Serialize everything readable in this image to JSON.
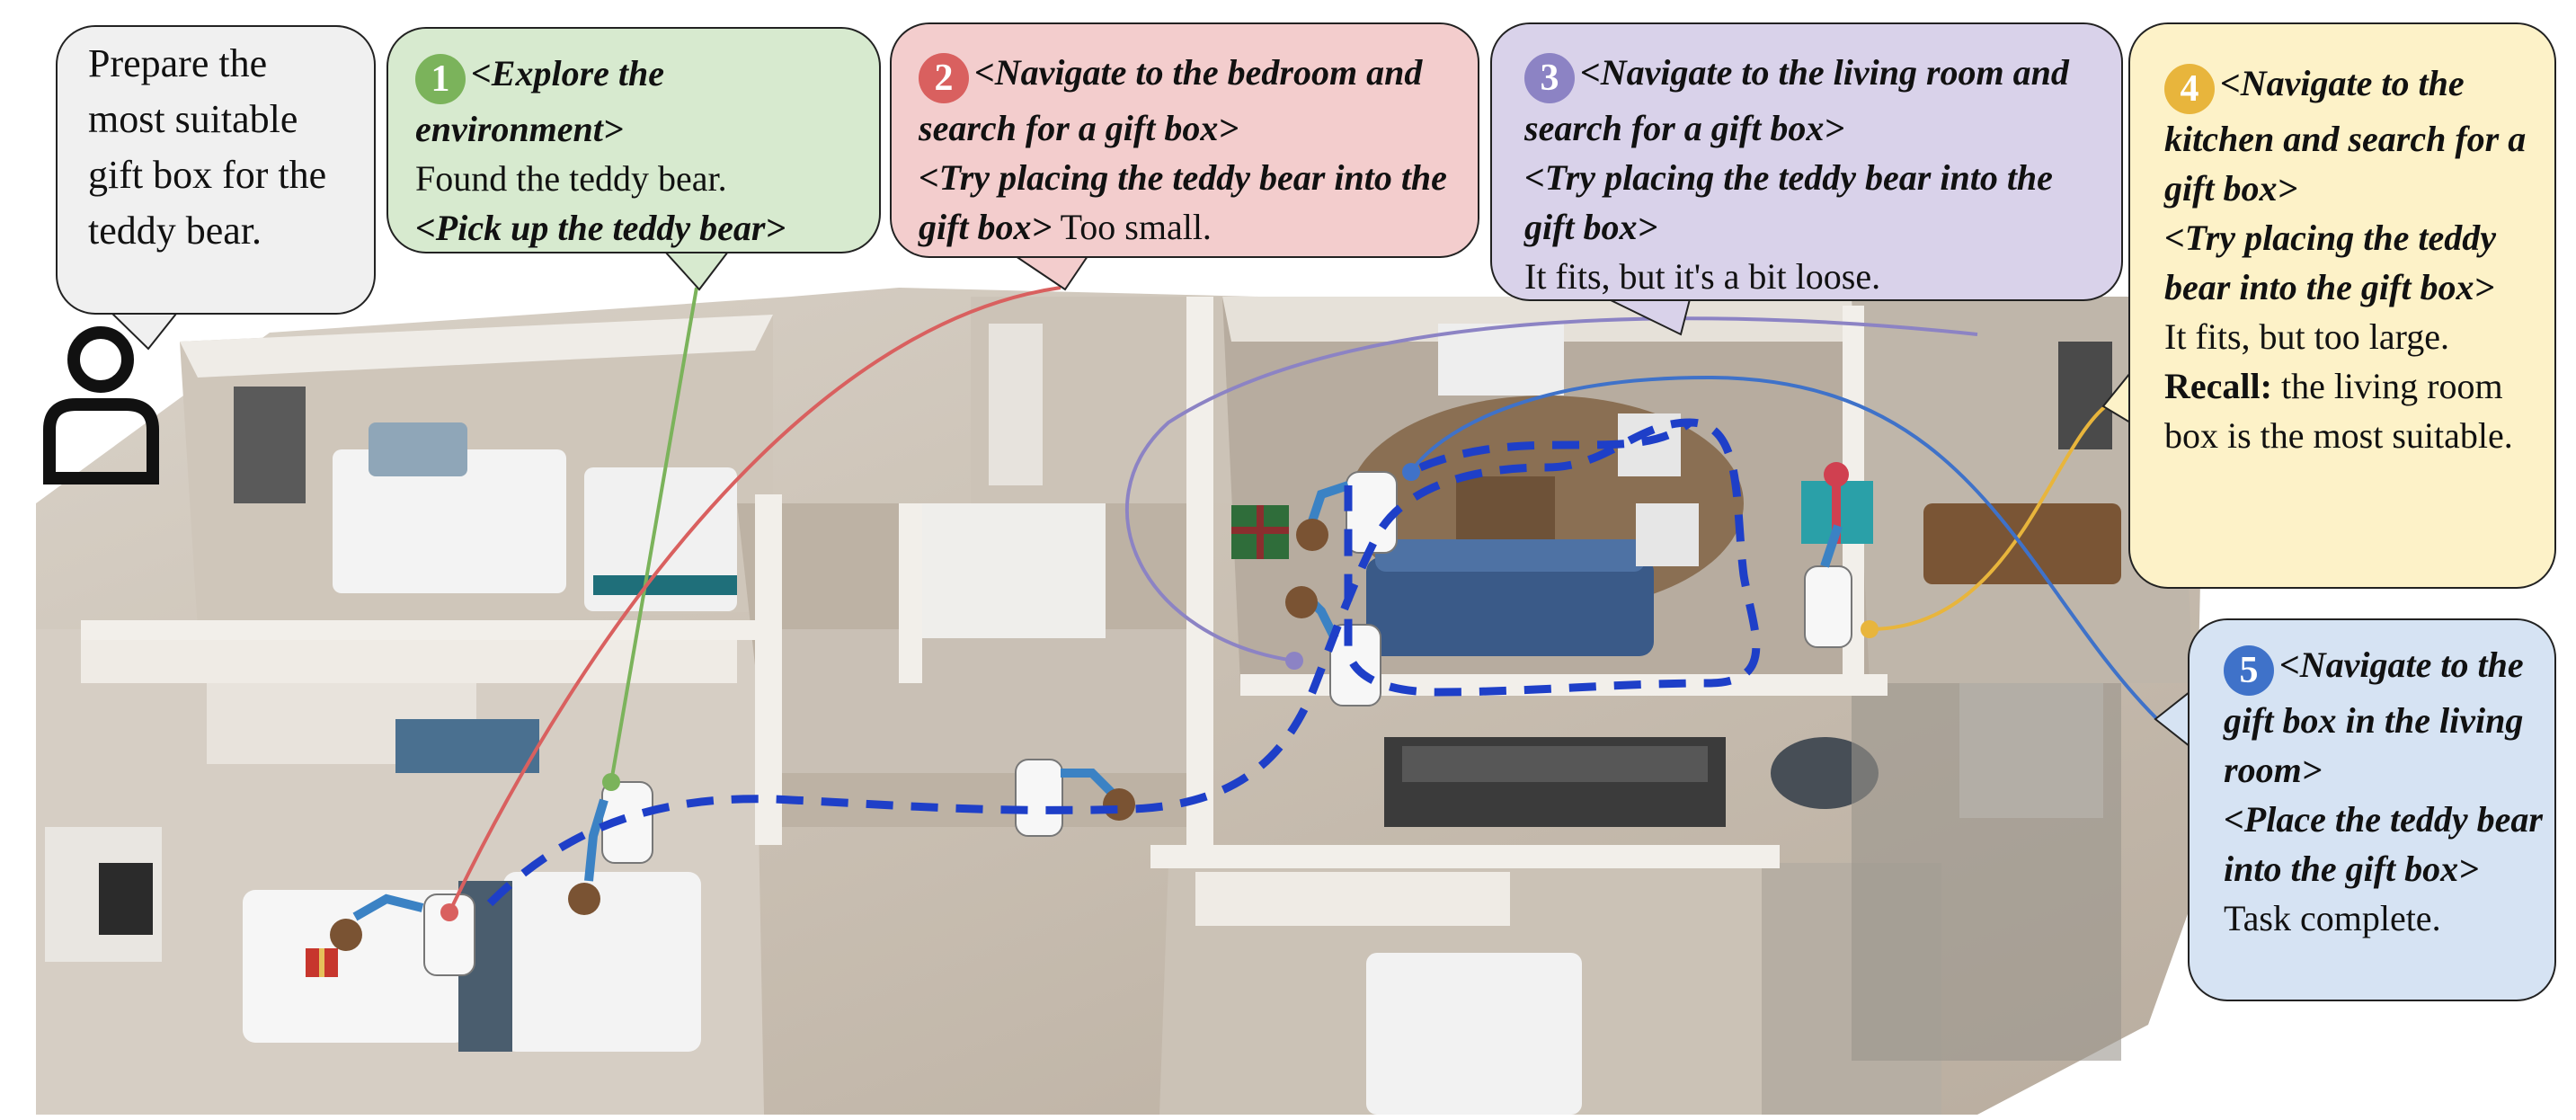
{
  "user_instruction": "Prepare the most suitable gift box for the teddy bear.",
  "colors": {
    "step1": "#7bb35b",
    "step2": "#d9605f",
    "step3": "#8c83c4",
    "step4": "#e8b53c",
    "step5": "#3f72c9",
    "robot_path": "#1e3fc8"
  },
  "steps": [
    {
      "number": "1",
      "lines": [
        {
          "action": "<Explore the environment>"
        },
        {
          "text": "Found the teddy bear."
        },
        {
          "action": "<Pick up the teddy bear>"
        }
      ]
    },
    {
      "number": "2",
      "lines": [
        {
          "action": "<Navigate to the bedroom and search for a gift box>"
        },
        {
          "action": "<Try placing the teddy bear into the gift box>",
          "text": "Too small."
        }
      ]
    },
    {
      "number": "3",
      "lines": [
        {
          "action": "<Navigate to the living room and search for a gift box>"
        },
        {
          "action": "<Try placing the teddy bear into the gift box>"
        },
        {
          "text": "It fits, but it's a bit loose."
        }
      ]
    },
    {
      "number": "4",
      "lines": [
        {
          "action": "<Navigate to the kitchen and search for a gift box>"
        },
        {
          "action": "<Try placing the teddy bear into the gift box>"
        },
        {
          "text": "It fits, but too large."
        },
        {
          "label": "Recall:",
          "text": "the living room box is the most suitable."
        }
      ]
    },
    {
      "number": "5",
      "lines": [
        {
          "action": "<Navigate to the gift box in the living room>"
        },
        {
          "action": "<Place the teddy bear into the gift box>"
        },
        {
          "text": "Task complete."
        }
      ]
    }
  ]
}
